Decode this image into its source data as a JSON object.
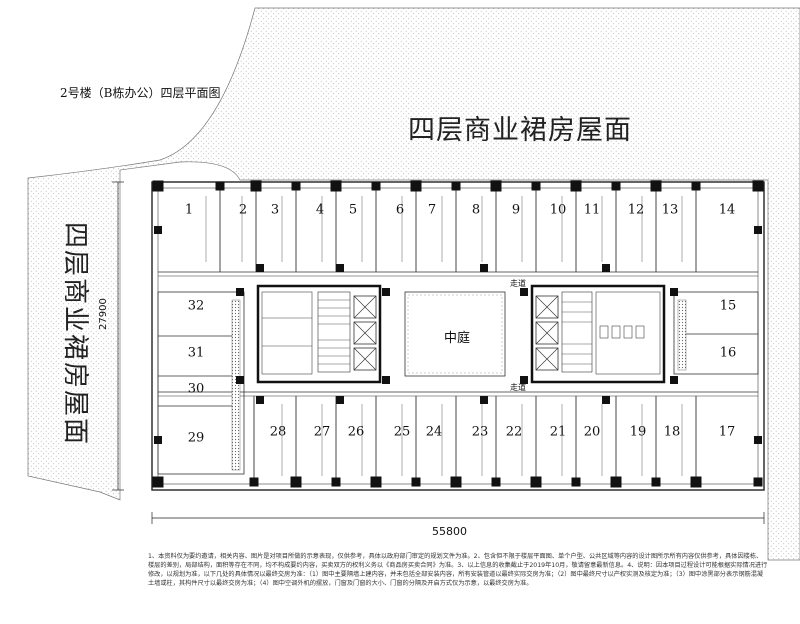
{
  "title": "2号楼（B栋办公）四层平面图",
  "roof_label_top": "四层商业裙房屋面",
  "roof_label_left": "四层商业裙房屋面",
  "dim_vertical": "27900",
  "dim_horizontal": "55800",
  "courtyard": "中庭",
  "corridor_top": "走道",
  "corridor_bottom": "走道",
  "rooms_top": [
    "1",
    "2",
    "3",
    "4",
    "5",
    "6",
    "7",
    "8",
    "9",
    "10",
    "11",
    "12",
    "13",
    "14"
  ],
  "rooms_bottom": [
    "28",
    "27",
    "26",
    "25",
    "24",
    "23",
    "22",
    "21",
    "20",
    "19",
    "18",
    "17"
  ],
  "rooms_left": [
    "32",
    "31",
    "30",
    "29"
  ],
  "rooms_right": [
    "15",
    "16"
  ],
  "notes": "1、本资料仅为要约邀请，相关内容、图片是对项目所做的示意表现，仅供参考，具体以政府部门审定的规划文件为准。2、包含但不限于楼层平面图、单个户型、公共区域等内容的设计图所示所有内容仅供参考，具体因楼栋、楼层的差别，局部结构，面积等存在不同，均不构成要约内容，买卖双方的权利义务以《商品房买卖合同》为准。3、以上信息的收集截止于2019年10月，敬请留意最新信息。4、说明：因本项目过程设计可能根据实际情况进行修改，以规划为准，以下几处的具体情况以最终交房为准：（1）图中主要隔墙上建内容，并未包括全部安装内容，所有安装管道以最终实际交房为准；（2）图中最终尺寸以产权实测及核定为准；（3）图中涂黑部分表示钢筋混凝土墙或柱，其构件尺寸以最终交房为准；（4）图中空调外机的摆放，门窗及门窗的大小、门窗的分隔及开启方式仅为示意，以最终交房为准。"
}
